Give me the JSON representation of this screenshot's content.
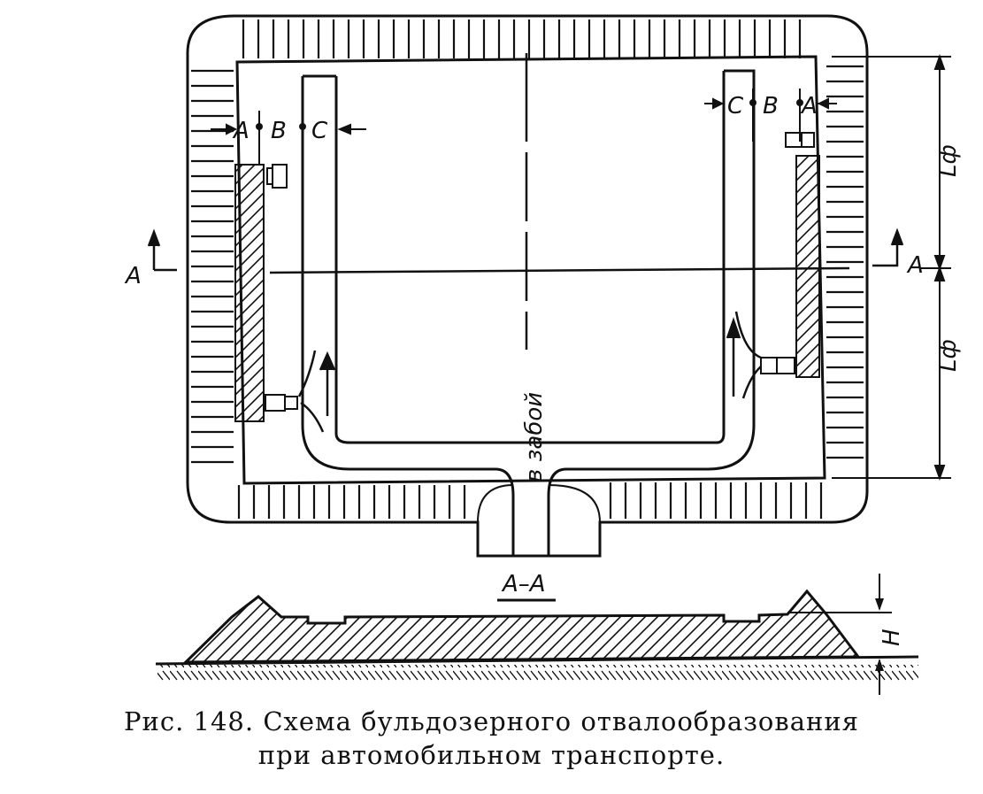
{
  "labels": {
    "left_A": "A",
    "left_B": "B",
    "left_C": "C",
    "right_C": "C",
    "right_B": "B",
    "right_A": "A",
    "section_left": "A",
    "section_right": "A",
    "dim_top": "Lф",
    "dim_bottom": "Lф",
    "to_face": "в забой",
    "section_title": "А–А",
    "height": "H"
  },
  "caption": {
    "line1": "Рис. 148. Схема бульдозерного отвалообразования",
    "line2": "при автомобильном транспорте."
  }
}
